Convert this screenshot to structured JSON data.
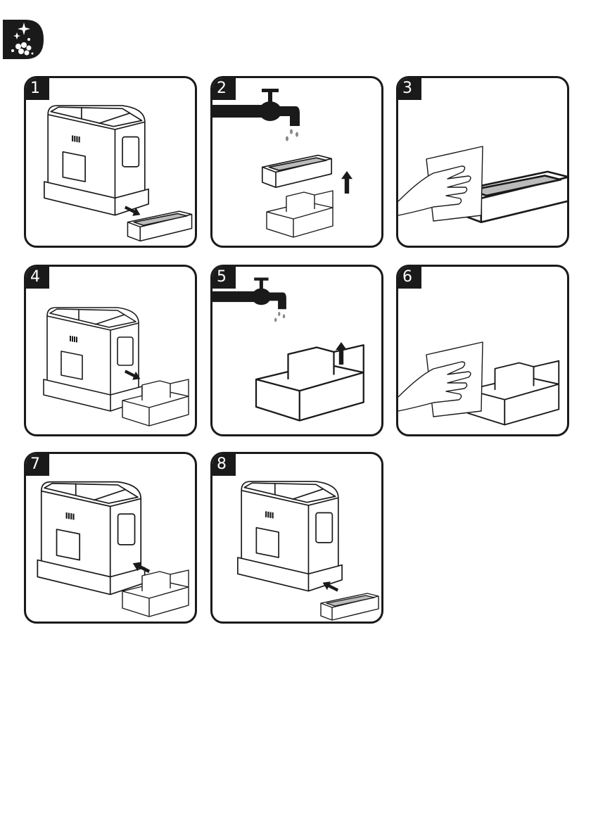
{
  "header": {
    "icon": "cleaning-sparkle-bubbles-icon"
  },
  "panels": [
    {
      "number": "1",
      "scene": "remove-drip-tray"
    },
    {
      "number": "2",
      "scene": "rinse-drip-tray-grid"
    },
    {
      "number": "3",
      "scene": "wipe-drip-tray"
    },
    {
      "number": "4",
      "scene": "remove-grounds-container"
    },
    {
      "number": "5",
      "scene": "rinse-grounds-container"
    },
    {
      "number": "6",
      "scene": "wipe-grounds-container"
    },
    {
      "number": "7",
      "scene": "insert-grounds-container"
    },
    {
      "number": "8",
      "scene": "insert-drip-tray"
    }
  ],
  "colors": {
    "ink": "#1a1a1a",
    "paper": "#ffffff"
  }
}
